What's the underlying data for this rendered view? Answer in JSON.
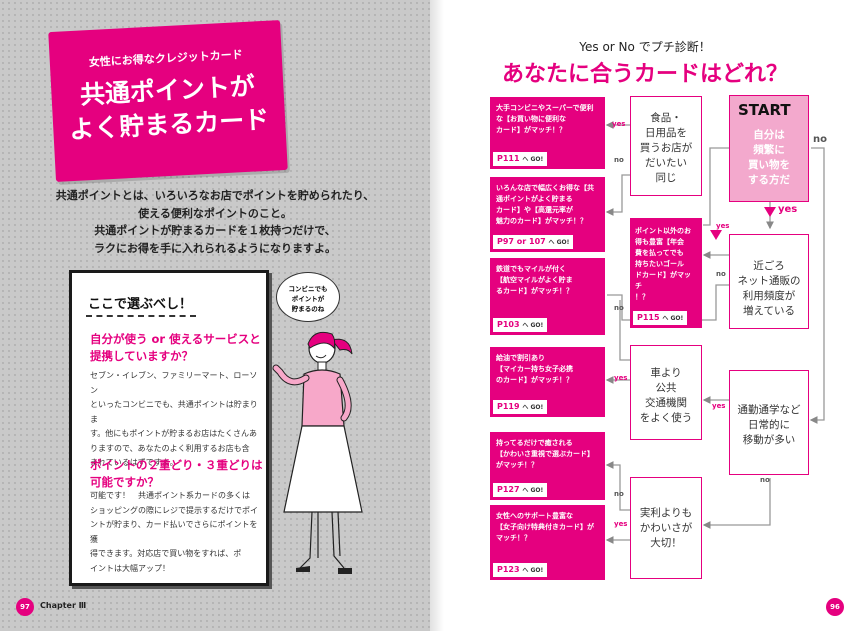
{
  "left": {
    "title_kicker": "女性にお得なクレジットカード",
    "title_line1": "共通ポイントが",
    "title_line2": "よく貯まるカード",
    "intro": [
      "共通ポイントとは、いろいろなお店でポイントを貯められたり、",
      "使える便利なポイントのこと。",
      "共通ポイントが貯まるカードを１枚持つだけで、",
      "ラクにお得を手に入れられるようになりますよ。"
    ],
    "note": {
      "heading": "ここで選ぶべし！",
      "q1": [
        "自分が使う or 使えるサービスと",
        "提携していますか？"
      ],
      "a1": [
        "セブン・イレブン、ファミリーマート、ローソン",
        "といったコンビニでも、共通ポイントは貯まりま",
        "す。他にもポイントが貯まるお店はたくさんあ",
        "りますので、あなたのよく利用するお店も含",
        "まれているはずですよ。"
      ],
      "q2": [
        "ポイントの２重どり・３重どりは",
        "可能ですか？"
      ],
      "a2": [
        "可能です！　共通ポイント系カードの多くは",
        "ショッピングの際にレジで提示するだけでポイ",
        "ントが貯まり、カード払いでさらにポイントを獲",
        "得できます。対応店で買い物をすれば、ポ",
        "イントは大幅アップ！"
      ]
    },
    "bubble": [
      "コンビニでも",
      "ポイントが",
      "貯まるのね"
    ],
    "page_number": "97",
    "chapter": "Chapter Ⅲ"
  },
  "right": {
    "kicker": "Yes or No でプチ診断！",
    "title": "あなたに合うカードはどれ？",
    "start_label": "START",
    "start_text": [
      "自分は",
      "頻繁に",
      "買い物を",
      "する方だ"
    ],
    "q_food": [
      "食品・",
      "日用品を",
      "買うお店が",
      "だいたい",
      "同じ"
    ],
    "q_net": [
      "近ごろ",
      "ネット通販の",
      "利用頻度が",
      "増えている"
    ],
    "q_car": [
      "車より",
      "公共",
      "交通機関",
      "をよく使う"
    ],
    "q_commute": [
      "通勤通学など",
      "日常的に",
      "移動が多い"
    ],
    "q_cute": [
      "実利よりも",
      "かわいさが",
      "大切！"
    ],
    "cards": [
      {
        "lines": [
          "大手コンビニやスーパーで便利",
          "な【お買い物に便利な",
          "カード】がマッチ！？"
        ],
        "page": "P111",
        "go": "へ GO!"
      },
      {
        "lines": [
          "いろんな店で幅広くお得な【共",
          "通ポイントがよく貯まる",
          "カード】や【高還元率が",
          "魅力のカード】がマッチ！？"
        ],
        "page": "P97 or 107",
        "go": "へ GO!"
      },
      {
        "lines": [
          "鉄道でもマイルが付く",
          "【航空マイルがよく貯ま",
          "るカード】がマッチ！？"
        ],
        "page": "P103",
        "go": "へ GO!"
      },
      {
        "lines": [
          "給油で割引あり",
          "【マイカー持ち女子必携",
          "のカード】がマッチ！？"
        ],
        "page": "P119",
        "go": "へ GO!"
      },
      {
        "lines": [
          "持ってるだけで癒される",
          "【かわいさ重視で選ぶカード】",
          "がマッチ！？"
        ],
        "page": "P127",
        "go": "へ GO!"
      },
      {
        "lines": [
          "女性へのサポート豊富な",
          "【女子向け特典付きカード】が",
          "マッチ！？"
        ],
        "page": "P123",
        "go": "へ GO!"
      }
    ],
    "svc_card": {
      "lines": [
        "ポイント以外のお",
        "得も豊富【年会",
        "費を払ってでも",
        "持ちたいゴール",
        "ドカード】がマッチ",
        "！？"
      ],
      "page": "P115",
      "go": "へ GO!"
    },
    "labels": {
      "yes": "yes",
      "no": "no"
    },
    "page_number": "96"
  },
  "colors": {
    "accent": "#e5007f",
    "start_fill": "#f3a9cd",
    "left_bg": "#c9c9c9"
  }
}
